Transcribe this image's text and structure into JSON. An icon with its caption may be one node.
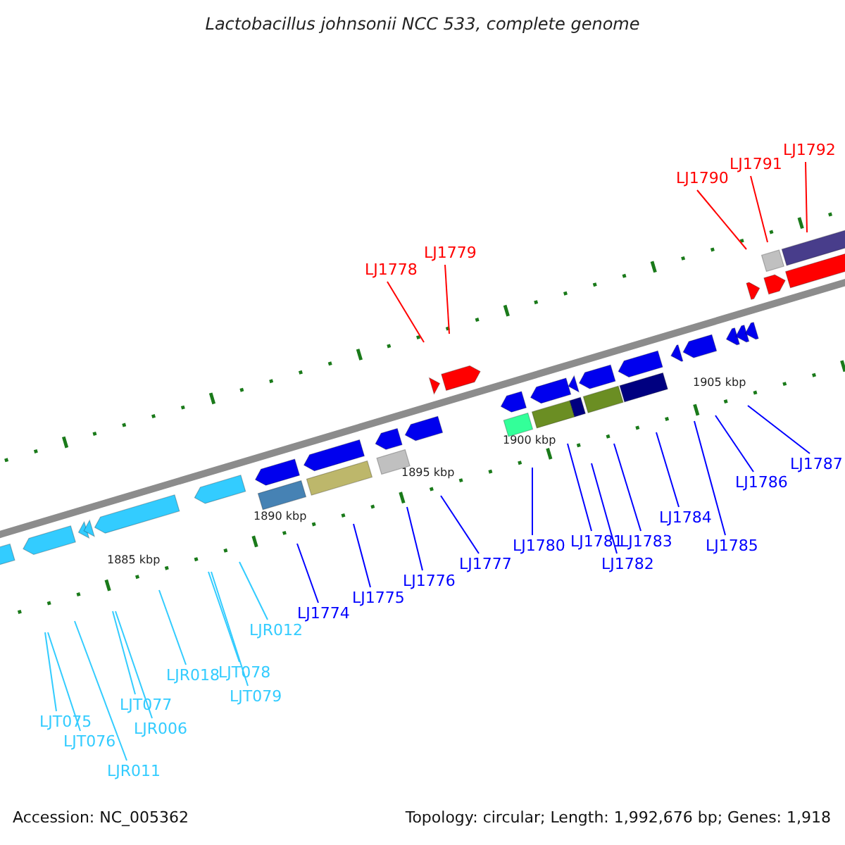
{
  "diagram": {
    "title": "Lactobacillus johnsonii NCC 533, complete genome",
    "nodes": [
      {
        "text": [
          "LJT075"
        ]
      },
      {
        "text": [
          "LJT076"
        ]
      },
      {
        "text": [
          "LJR011"
        ]
      },
      {
        "text": [
          "LJT077"
        ]
      },
      {
        "text": [
          "LJR006"
        ]
      },
      {
        "text": [
          "LJR018"
        ]
      },
      {
        "text": [
          "LJT078"
        ]
      },
      {
        "text": [
          "LJT079"
        ]
      },
      {
        "text": [
          "LJR012"
        ]
      },
      {
        "text": [
          "LJ1774"
        ]
      },
      {
        "text": [
          "LJ1775"
        ]
      },
      {
        "text": [
          "LJ1776"
        ]
      },
      {
        "text": [
          "LJ1777"
        ]
      },
      {
        "text": [
          "LJ1778"
        ]
      },
      {
        "text": [
          "LJ1779"
        ]
      },
      {
        "text": [
          "LJ1780"
        ]
      },
      {
        "text": [
          "LJ1781"
        ]
      },
      {
        "text": [
          "LJ1782"
        ]
      },
      {
        "text": [
          "LJ1783"
        ]
      },
      {
        "text": [
          "LJ1784"
        ]
      },
      {
        "text": [
          "LJ1785"
        ]
      },
      {
        "text": [
          "LJ1786"
        ]
      },
      {
        "text": [
          "LJ1787"
        ]
      },
      {
        "text": [
          "LJ1790"
        ]
      },
      {
        "text": [
          "LJ1791"
        ]
      },
      {
        "text": [
          "LJ1792"
        ]
      }
    ],
    "edges": [
      {
        "from": 0,
        "to": null,
        "arrow": "none",
        "color": "#33ccff"
      },
      {
        "from": 1,
        "to": null,
        "arrow": "none",
        "color": "#33ccff"
      },
      {
        "from": 2,
        "to": null,
        "arrow": "none",
        "color": "#33ccff"
      },
      {
        "from": 3,
        "to": null,
        "arrow": "none",
        "color": "#33ccff"
      },
      {
        "from": 4,
        "to": null,
        "arrow": "none",
        "color": "#33ccff"
      },
      {
        "from": 5,
        "to": null,
        "arrow": "none",
        "color": "#33ccff"
      },
      {
        "from": 6,
        "to": null,
        "arrow": "none",
        "color": "#33ccff"
      },
      {
        "from": 7,
        "to": null,
        "arrow": "none",
        "color": "#33ccff"
      },
      {
        "from": 8,
        "to": null,
        "arrow": "none",
        "color": "#33ccff"
      },
      {
        "from": 9,
        "to": null,
        "arrow": "none"
      },
      {
        "from": 10,
        "to": null,
        "arrow": "none"
      },
      {
        "from": 11,
        "to": null,
        "arrow": "none"
      },
      {
        "from": 12,
        "to": null,
        "arrow": "none"
      },
      {
        "from": 13,
        "to": null,
        "arrow": "none",
        "color": "#ff0000"
      },
      {
        "from": 14,
        "to": null,
        "arrow": "none",
        "color": "#ff0000"
      },
      {
        "from": 15,
        "to": null,
        "arrow": "none"
      },
      {
        "from": 16,
        "to": null,
        "arrow": "none"
      },
      {
        "from": 17,
        "to": null,
        "arrow": "none"
      },
      {
        "from": 18,
        "to": null,
        "arrow": "none"
      },
      {
        "from": 19,
        "to": null,
        "arrow": "none"
      },
      {
        "from": 20,
        "to": null,
        "arrow": "none"
      },
      {
        "from": 21,
        "to": null,
        "arrow": "none"
      },
      {
        "from": 22,
        "to": null,
        "arrow": "none"
      },
      {
        "from": 23,
        "to": null,
        "arrow": "none",
        "color": "#ff0000"
      },
      {
        "from": 24,
        "to": null,
        "arrow": "none",
        "color": "#ff0000"
      },
      {
        "from": 25,
        "to": null,
        "arrow": "none",
        "color": "#ff0000"
      }
    ],
    "labels": [
      "1885 kbp",
      "1890 kbp",
      "1895 kbp",
      "1900 kbp",
      "1905 kbp",
      "Accession: NC_005362",
      "Topology: circular; Length: 1,992,676 bp; Genes: 1,918"
    ]
  }
}
